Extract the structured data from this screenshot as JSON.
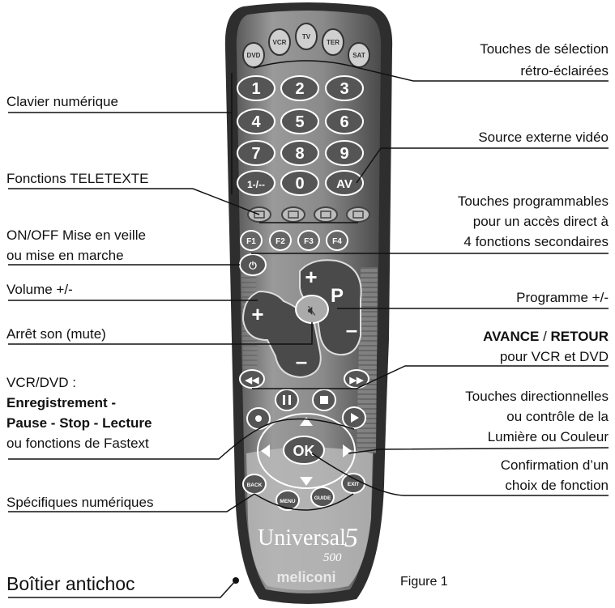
{
  "labels": {
    "touches_selection": [
      "Touches de sélection",
      "rétro-éclairées"
    ],
    "clavier": "Clavier numérique",
    "source_externe": "Source externe vidéo",
    "teletexte": "Fonctions TELETEXTE",
    "programmables": [
      "Touches programmables",
      "pour un accès direct  à",
      "4 fonctions secondaires"
    ],
    "onoff": [
      "ON/OFF Mise en veille",
      "ou mise en marche"
    ],
    "volume": "Volume +/-",
    "programme": "Programme +/-",
    "avance_bold1": "AVANCE",
    "avance_sep": " / ",
    "avance_bold2": "RETOUR",
    "avance_line2": "pour VCR et DVD",
    "mute": "Arrêt son (mute)",
    "vcr_title": "VCR/DVD :",
    "vcr_bold1": "Enregistrement -",
    "vcr_bold2": "Pause - Stop - Lecture",
    "vcr_line4": "ou fonctions de Fastext",
    "directionnelles": [
      "Touches directionnelles",
      "ou contrôle de la",
      "Lumière ou Couleur"
    ],
    "confirmation": [
      "Confirmation d’un",
      "choix de fonction"
    ],
    "specifiques": "Spécifiques numériques",
    "boitier": "Boîtier antichoc",
    "figure": "Figure 1"
  },
  "remote": {
    "mode_keys": [
      "DVD",
      "VCR",
      "TV",
      "TER",
      "SAT"
    ],
    "digits": [
      "1",
      "2",
      "3",
      "4",
      "5",
      "6",
      "7",
      "8",
      "9",
      "1-/--",
      "0",
      "AV"
    ],
    "fkeys": [
      "F1",
      "F2",
      "F3",
      "F4"
    ],
    "plus": "+",
    "minus": "–",
    "p_label": "P",
    "ok": "OK",
    "nav_keys": [
      "BACK",
      "MENU",
      "GUIDE",
      "EXIT"
    ],
    "brand": "Universal",
    "brand_num": "5",
    "model": "500",
    "maker": "meliconi"
  },
  "colors": {
    "shell": "#7b7b7b",
    "rim": "#3a3a3a",
    "button": "#5a5a5a",
    "ink": "#111111"
  }
}
